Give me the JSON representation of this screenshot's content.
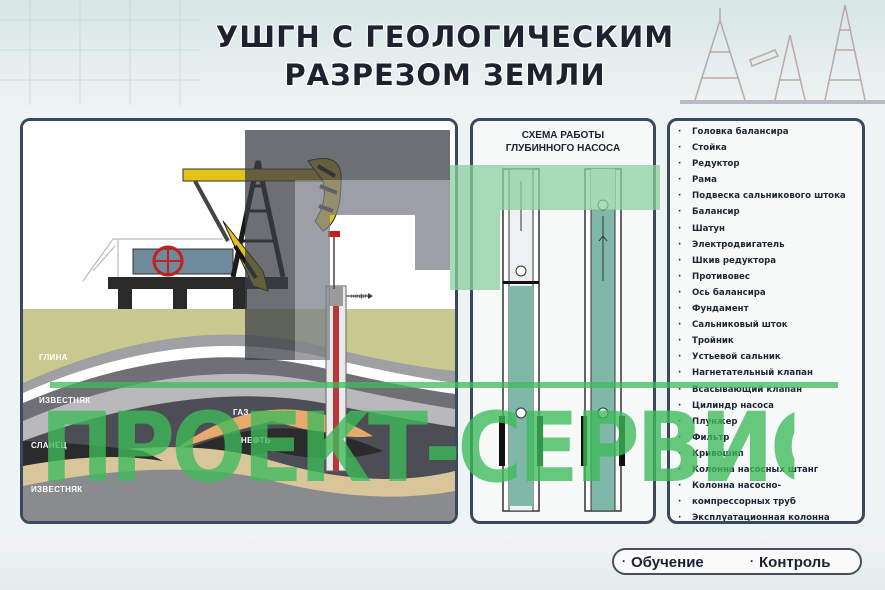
{
  "title": {
    "line1": "УШГН С ГЕОЛОГИЧЕСКИМ",
    "line2": "РАЗРЕЗОМ ЗЕМЛИ"
  },
  "geology": {
    "layers": {
      "clay": "ГЛИНА",
      "limestone_top": "ИЗВЕСТНЯК",
      "gas": "ГАЗ",
      "shale": "СЛАНЕЦ",
      "oil": "НЕФТЬ",
      "limestone_bottom": "ИЗВЕСТНЯК"
    },
    "outflow_label": "нефть"
  },
  "pump_scheme": {
    "title_line1": "СХЕМА РАБОТЫ",
    "title_line2": "ГЛУБИННОГО НАСОСА"
  },
  "legend": {
    "bullet": "·",
    "items": [
      "Головка балансира",
      "Стойка",
      "Редуктор",
      "Рама",
      "Подвеска сальникового штока",
      "Балансир",
      "Шатун",
      "Электродвигатель",
      "Шкив редуктора",
      "Противовес",
      "Ось балансира",
      "Фундамент",
      "Сальниковый шток",
      "Тройник",
      "Устьевой сальник",
      "Нагнетательный клапан",
      "Всасывающий клапан",
      "Цилиндр насоса",
      "Плунжер",
      "Фильтр",
      "Кривошип",
      "Колонна насосных штанг",
      "Колонна насосно-",
      "компрессорных труб",
      "Эксплуатационная колонна"
    ]
  },
  "footer": {
    "bullet": "·",
    "training": "Обучение",
    "control": "Контроль"
  },
  "watermark": {
    "text": "ПРОЕКТ-СЕРВИС",
    "color": "#3dbb5a"
  },
  "colors": {
    "panel_border": "#3a4a5e",
    "clay": "#c9c98f",
    "oil_layer": "#2b2b2b",
    "gas_layer": "#e8a96d",
    "pump_yellow": "#e3c21a",
    "fluid": "#7fb7a8"
  }
}
